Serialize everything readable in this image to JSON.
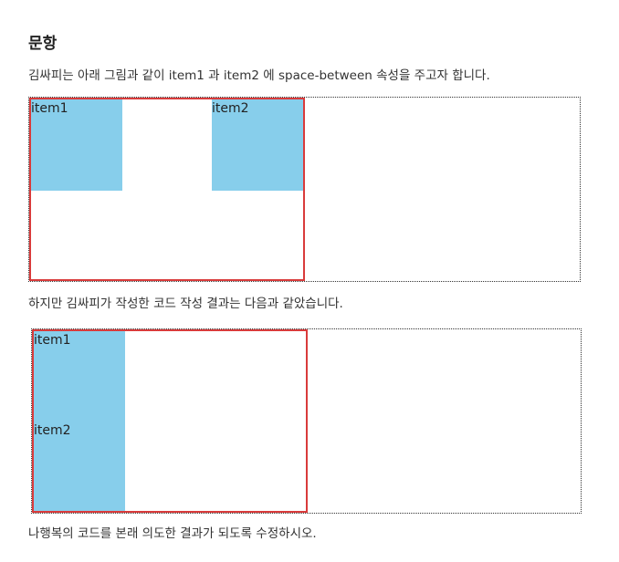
{
  "heading": "문항",
  "paragraphs": {
    "intro": "김싸피는 아래 그림과 같이 item1 과 item2 에 space-between 속성을 주고자 합니다.",
    "result": "하지만 김싸피가 작성한 코드 작성 결과는 다음과 같았습니다.",
    "instruction": "나행복의 코드를 본래 의도한 결과가 되도록 수정하시오."
  },
  "example_expected": {
    "items": [
      "item1",
      "item2"
    ]
  },
  "example_actual": {
    "items": [
      "item1",
      "item2"
    ]
  },
  "colors": {
    "item_background": "#87ceeb",
    "container_border": "#d93b3b",
    "outer_border": "#333333"
  }
}
